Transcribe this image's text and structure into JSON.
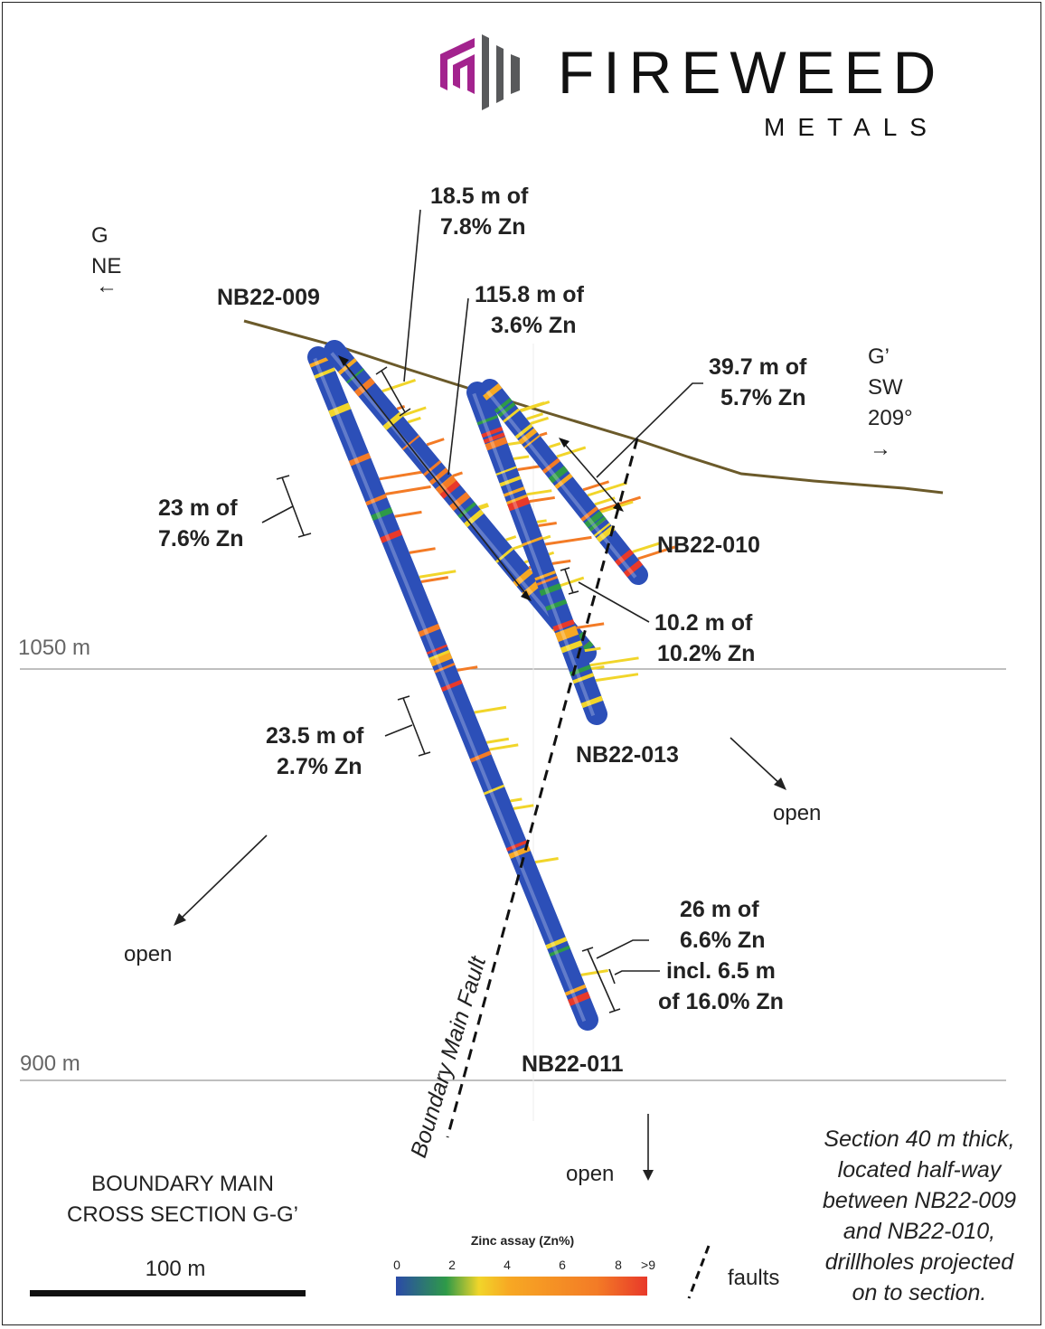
{
  "brand": {
    "name": "FIREWEED",
    "sub": "METALS",
    "colors": {
      "magenta": "#a3238e",
      "grey": "#58595b"
    }
  },
  "directions": {
    "left": {
      "letter": "G",
      "dir": "NE",
      "arrow": "←"
    },
    "right": {
      "letter": "G’",
      "dir": "SW",
      "azimuth": "209°",
      "arrow": "→"
    }
  },
  "elevations": [
    {
      "label": "1050 m"
    },
    {
      "label": "900 m"
    }
  ],
  "drillholes": [
    {
      "name": "NB22-009"
    },
    {
      "name": "NB22-010"
    },
    {
      "name": "NB22-013"
    },
    {
      "name": "NB22-011"
    }
  ],
  "intercepts": [
    {
      "line1": "18.5 m of",
      "line2": "7.8% Zn"
    },
    {
      "line1": "115.8 m of",
      "line2": "3.6% Zn"
    },
    {
      "line1": "39.7 m of",
      "line2": "5.7% Zn"
    },
    {
      "line1": "23 m of",
      "line2": "7.6% Zn"
    },
    {
      "line1": "10.2 m of",
      "line2": "10.2% Zn"
    },
    {
      "line1": "23.5 m of",
      "line2": "2.7% Zn"
    },
    {
      "line1": "26 m of",
      "line2": "6.6% Zn",
      "line3": "incl. 6.5 m",
      "line4": "of 16.0% Zn"
    }
  ],
  "open_labels": [
    "open",
    "open",
    "open"
  ],
  "fault_label": "Boundary Main Fault",
  "title": {
    "line1": "BOUNDARY MAIN",
    "line2": "CROSS SECTION G-G’"
  },
  "scale_bar": {
    "label": "100 m"
  },
  "legend": {
    "title": "Zinc assay (Zn%)",
    "ticks": [
      "0",
      "2",
      "4",
      "6",
      "8",
      ">9"
    ],
    "colors": [
      "#2b4aa8",
      "#2e9a48",
      "#f1d52a",
      "#f7a823",
      "#f37b26",
      "#e8392a"
    ],
    "faults_label": "faults"
  },
  "note": [
    "Section 40 m thick,",
    "located half-way",
    "between NB22-009",
    "and NB22-010,",
    "drillholes projected",
    "on to section."
  ]
}
